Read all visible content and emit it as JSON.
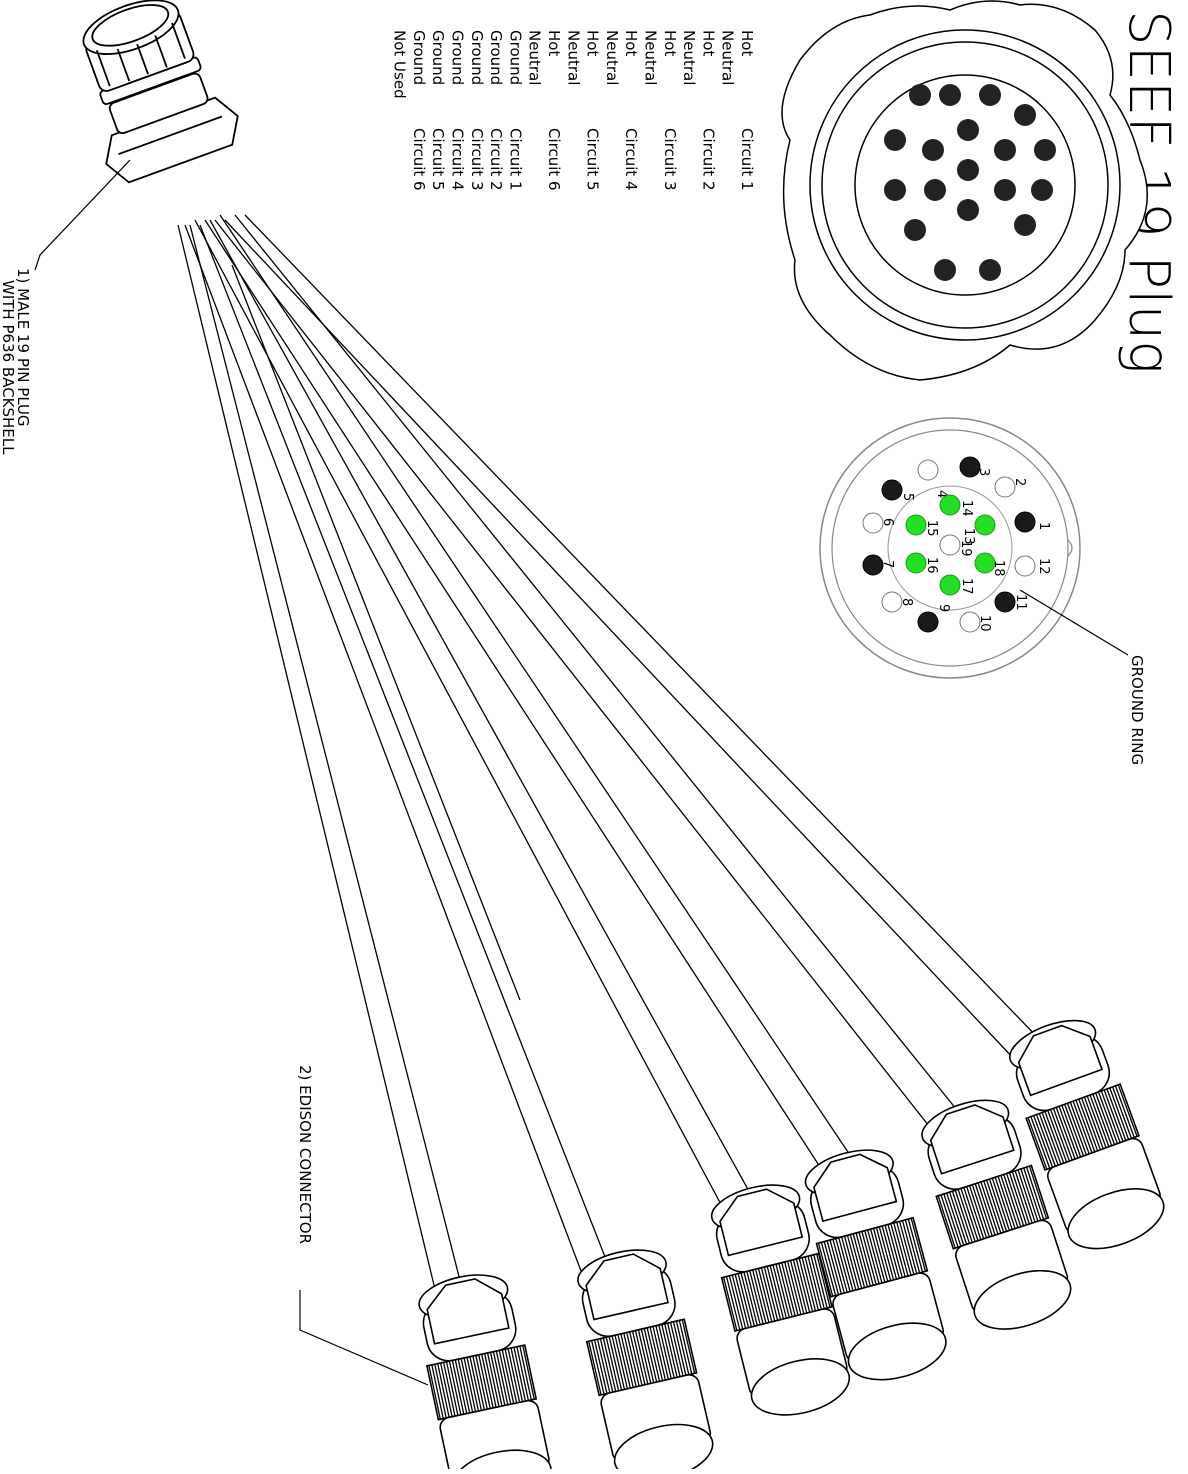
{
  "title": "SEEF 19 Plug",
  "pin_table": [
    {
      "pin": "1",
      "function": "Hot",
      "circuit": "Circuit 1"
    },
    {
      "pin": "2",
      "function": "Neutral",
      "circuit": ""
    },
    {
      "pin": "3",
      "function": "Hot",
      "circuit": "Circuit 2"
    },
    {
      "pin": "4",
      "function": "Neutral",
      "circuit": ""
    },
    {
      "pin": "5",
      "function": "Hot",
      "circuit": "Circuit 3"
    },
    {
      "pin": "6",
      "function": "Neutral",
      "circuit": ""
    },
    {
      "pin": "7",
      "function": "Hot",
      "circuit": "Circuit 4"
    },
    {
      "pin": "8",
      "function": "Neutral",
      "circuit": ""
    },
    {
      "pin": "9",
      "function": "Hot",
      "circuit": "Circuit 5"
    },
    {
      "pin": "10",
      "function": "Neutral",
      "circuit": ""
    },
    {
      "pin": "11",
      "function": "Hot",
      "circuit": "Circuit 6"
    },
    {
      "pin": "12",
      "function": "Neutral",
      "circuit": ""
    },
    {
      "pin": "13",
      "function": "Ground",
      "circuit": "Circuit 1"
    },
    {
      "pin": "14",
      "function": "Ground",
      "circuit": "Circuit 2"
    },
    {
      "pin": "15",
      "function": "Ground",
      "circuit": "Circuit 3"
    },
    {
      "pin": "16",
      "function": "Ground",
      "circuit": "Circuit 4"
    },
    {
      "pin": "17",
      "function": "Ground",
      "circuit": "Circuit 5"
    },
    {
      "pin": "18",
      "function": "Ground",
      "circuit": "Circuit 6"
    },
    {
      "pin": "19",
      "function": "Not Used",
      "circuit": ""
    }
  ],
  "callouts": {
    "plug_line1": "1) MALE 19 PIN PLUG",
    "plug_line2": "WITH P636 BACKSHELL",
    "edison": "2) EDISON CONNECTOR",
    "ground_ring": "GROUND RING"
  },
  "pin_labels": [
    "1",
    "2",
    "3",
    "4",
    "5",
    "6",
    "7",
    "8",
    "9",
    "10",
    "11",
    "12",
    "13",
    "14",
    "15",
    "16",
    "17",
    "18",
    "19"
  ],
  "colors": {
    "hot": "#1a1a1a",
    "neutral": "#ffffff",
    "ground": "#22e022",
    "line": "#000000"
  }
}
